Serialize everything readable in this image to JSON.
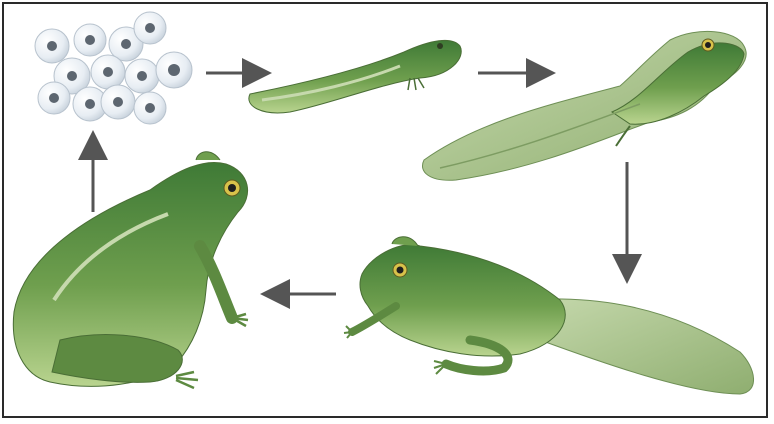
{
  "diagram": {
    "stages": [
      {
        "id": "eggs",
        "icon": "frog-eggs-icon"
      },
      {
        "id": "tadpole",
        "icon": "tadpole-icon"
      },
      {
        "id": "tadpole-with-legs",
        "icon": "tadpole-with-legs-icon"
      },
      {
        "id": "froglet",
        "icon": "froglet-icon"
      },
      {
        "id": "adult-frog",
        "icon": "adult-frog-icon"
      }
    ],
    "arrows": [
      {
        "from": "eggs",
        "to": "tadpole",
        "direction": "right"
      },
      {
        "from": "tadpole",
        "to": "tadpole-with-legs",
        "direction": "right"
      },
      {
        "from": "tadpole-with-legs",
        "to": "froglet",
        "direction": "down"
      },
      {
        "from": "froglet",
        "to": "adult-frog",
        "direction": "left"
      },
      {
        "from": "adult-frog",
        "to": "eggs",
        "direction": "up"
      }
    ],
    "colors": {
      "body": "#6f9f4e",
      "body_light": "#b9d48f",
      "tail": "#a9c48b",
      "egg": "#e7edf3",
      "egg_nucleus": "#5d6670",
      "arrow": "#555555",
      "border": "#2a2a2a"
    }
  }
}
